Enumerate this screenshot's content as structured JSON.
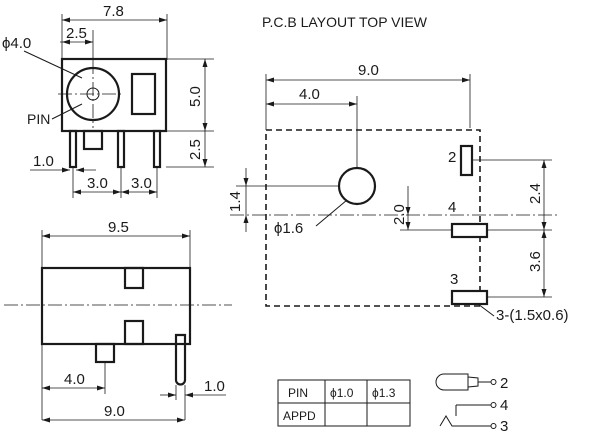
{
  "header": {
    "title": "P.C.B LAYOUT    TOP VIEW"
  },
  "front_view": {
    "width_total": "7.8",
    "offset_top": "2.5",
    "hole_diameter": "ϕ4.0",
    "pin_label": "PIN",
    "height_right": "5.0",
    "pin_height": "2.5",
    "pin_width": "1.0",
    "pitch_left": "3.0",
    "pitch_right": "3.0"
  },
  "side_view": {
    "body_length": "9.5",
    "pin_offset": "4.0",
    "pin_thickness": "1.0",
    "total_length": "9.0"
  },
  "pcb_layout": {
    "width": "9.0",
    "hole_offset_x": "4.0",
    "hole_offset_y": "1.4",
    "hole_diameter": "ϕ1.6",
    "spacing_center_pad4": "2.0",
    "spacing_pad2": "2.4",
    "spacing_pad3": "3.6",
    "pad_label_2": "2",
    "pad_label_4": "4",
    "pad_label_3": "3",
    "pad_spec": "3-(1.5x0.6)"
  },
  "pin_table": {
    "headers": [
      "PIN",
      "ϕ1.0",
      "ϕ1.3"
    ],
    "row_label": "APPD"
  },
  "schematic": {
    "pin_2": "2",
    "pin_4": "4",
    "pin_3": "3"
  }
}
